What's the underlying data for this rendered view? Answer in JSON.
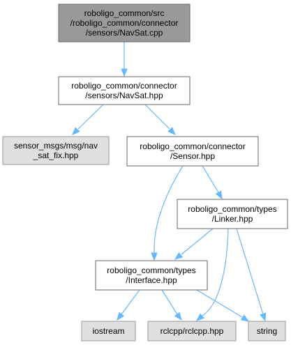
{
  "diagram": {
    "nodes": {
      "navsat_cpp": {
        "lines": [
          "roboligo_common/src",
          "/roboligo_common/connector",
          "/sensors/NavSat.cpp"
        ],
        "style": "root"
      },
      "navsat_hpp": {
        "lines": [
          "roboligo_common/connector",
          "/sensors/NavSat.hpp"
        ],
        "style": "normal"
      },
      "nav_sat_fix": {
        "lines": [
          "sensor_msgs/msg/nav",
          "_sat_fix.hpp"
        ],
        "style": "external"
      },
      "sensor_hpp": {
        "lines": [
          "roboligo_common/connector",
          "/Sensor.hpp"
        ],
        "style": "normal"
      },
      "linker_hpp": {
        "lines": [
          "roboligo_common/types",
          "/Linker.hpp"
        ],
        "style": "normal"
      },
      "interface_hpp": {
        "lines": [
          "roboligo_common/types",
          "/Interface.hpp"
        ],
        "style": "normal"
      },
      "iostream": {
        "lines": [
          "iostream"
        ],
        "style": "external"
      },
      "rclcpp": {
        "lines": [
          "rclcpp/rclcpp.hpp"
        ],
        "style": "external"
      },
      "string": {
        "lines": [
          "string"
        ],
        "style": "external"
      }
    },
    "edges": [
      {
        "from": "navsat_cpp",
        "to": "navsat_hpp"
      },
      {
        "from": "navsat_hpp",
        "to": "nav_sat_fix"
      },
      {
        "from": "navsat_hpp",
        "to": "sensor_hpp"
      },
      {
        "from": "sensor_hpp",
        "to": "linker_hpp"
      },
      {
        "from": "sensor_hpp",
        "to": "interface_hpp"
      },
      {
        "from": "linker_hpp",
        "to": "interface_hpp"
      },
      {
        "from": "linker_hpp",
        "to": "rclcpp"
      },
      {
        "from": "linker_hpp",
        "to": "string"
      },
      {
        "from": "interface_hpp",
        "to": "iostream"
      },
      {
        "from": "interface_hpp",
        "to": "rclcpp"
      },
      {
        "from": "interface_hpp",
        "to": "string"
      }
    ],
    "colors": {
      "edge": "#63b8ff",
      "root_fill": "#999999",
      "normal_fill": "#ffffff",
      "external_fill": "#e0e0e0",
      "border": "#666666",
      "external_border": "#999999"
    }
  }
}
